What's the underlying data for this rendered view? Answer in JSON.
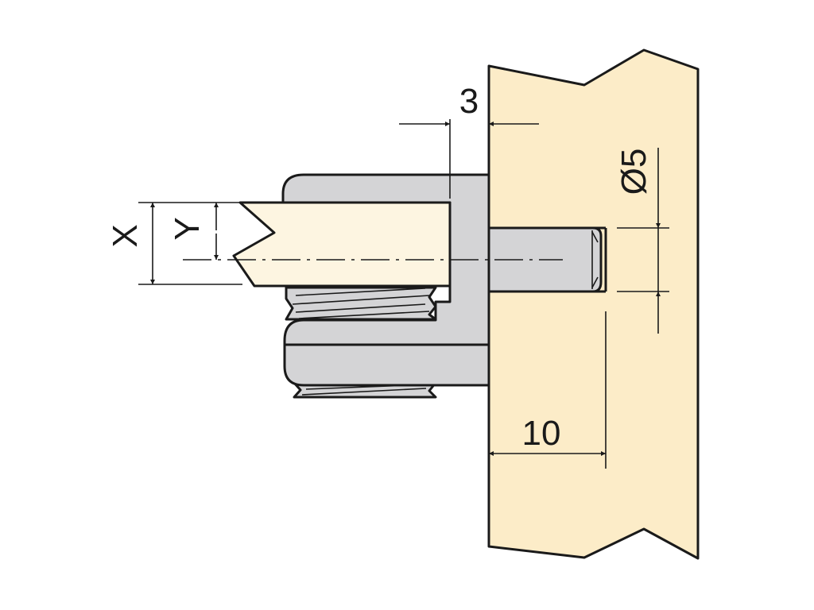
{
  "diagram": {
    "colors": {
      "wood": "#fcecc8",
      "shelf": "#fdf5e1",
      "metal": "#d4d4d6",
      "line": "#1a1a1a",
      "background": "#ffffff"
    },
    "labels": {
      "gap_dimension": "3",
      "pin_diameter": "Ø5",
      "pin_depth": "10",
      "x_dimension": "X",
      "y_dimension": "Y"
    }
  }
}
